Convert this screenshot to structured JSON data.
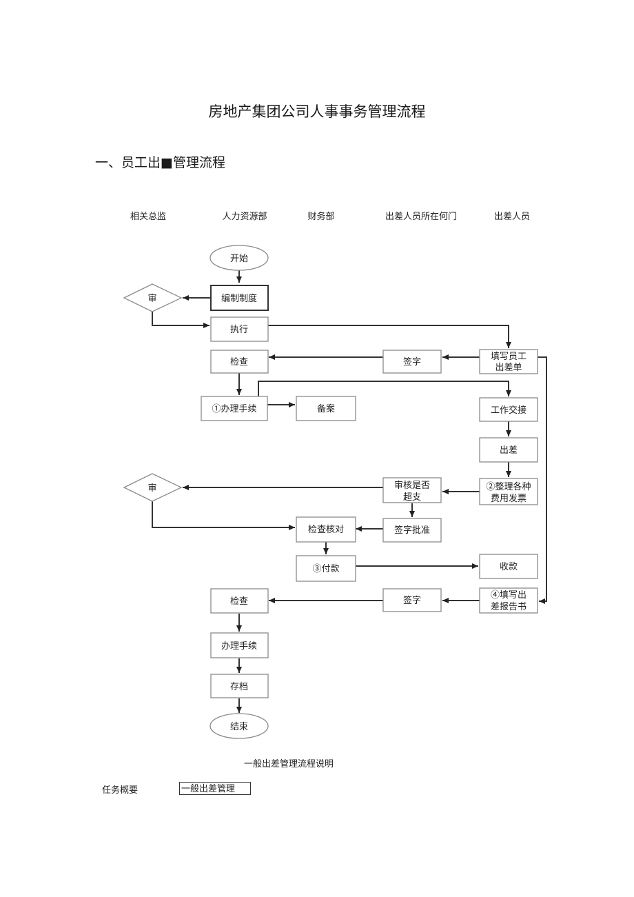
{
  "document": {
    "title": "房地产集团公司人事事务管理流程",
    "section_heading": "一、员工出■管理流程",
    "caption": "一般出差管理流程说明",
    "task_label": "任务概要",
    "task_value": "一般出差管理"
  },
  "lanes": [
    "相关总监",
    "人力资源部",
    "财务部",
    "出差人员所在何门",
    "出差人员"
  ],
  "nodes": {
    "start": "开始",
    "review1": "审",
    "compile": "编制制度",
    "execute": "执行",
    "check1": "检查",
    "sign1": "签字",
    "fill_form": [
      "填写员工",
      "出差单"
    ],
    "procedure1": "①办理手续",
    "file1": "备案",
    "handover": "工作交接",
    "travel": "出差",
    "review2": "审",
    "audit": [
      "审核是否",
      "超支"
    ],
    "invoices": [
      "②整理各种",
      "费用发票"
    ],
    "verify": "检查核对",
    "approve": "签字批准",
    "payment": "③付款",
    "receive": "收款",
    "check2": "检查",
    "sign2": "签字",
    "report": [
      "④填写出",
      "差报告书"
    ],
    "procedure2": "办理手续",
    "archive": "存档",
    "end": "结束"
  }
}
